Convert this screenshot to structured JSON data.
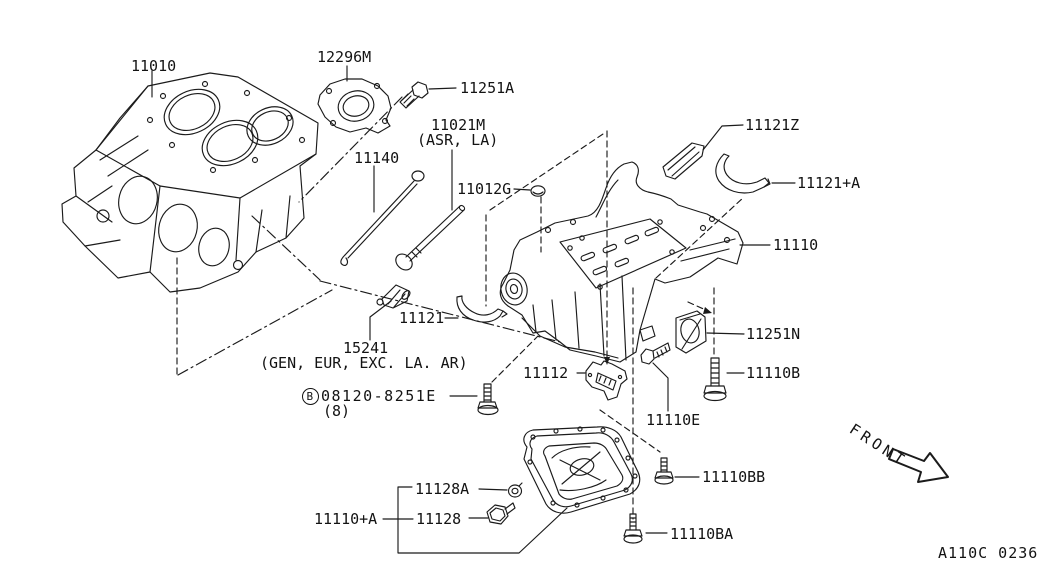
{
  "diagram_code": "A110C 0236",
  "front_indicator": "FRONT",
  "bolt_spec": {
    "prefix": "B",
    "number": "08120-8251E",
    "qty": "(8)"
  },
  "callouts": [
    {
      "text": "11010"
    },
    {
      "text": "12296M"
    },
    {
      "text": "11251A"
    },
    {
      "text": "11021M"
    },
    {
      "text": "(ASR, LA)"
    },
    {
      "text": "11140"
    },
    {
      "text": "11012G"
    },
    {
      "text": "11121Z"
    },
    {
      "text": "11121+A"
    },
    {
      "text": "11110"
    },
    {
      "text": "11121"
    },
    {
      "text": "15241"
    },
    {
      "text": "(GEN, EUR, EXC. LA. AR)"
    },
    {
      "text": "11112"
    },
    {
      "text": "11251N"
    },
    {
      "text": "11110B"
    },
    {
      "text": "11110E"
    },
    {
      "text": "11110BB"
    },
    {
      "text": "11110BA"
    },
    {
      "text": "11128A"
    },
    {
      "text": "11128"
    },
    {
      "text": "11110+A"
    }
  ]
}
